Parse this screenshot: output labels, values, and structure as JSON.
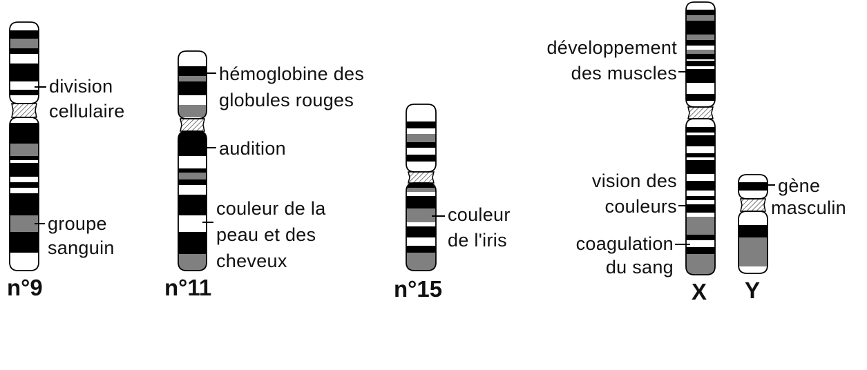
{
  "colors": {
    "black": "#000000",
    "gray": "#808080",
    "white": "#ffffff",
    "outline": "#000000"
  },
  "chromosomes": [
    {
      "id": "9",
      "label": "n°9",
      "genes": [
        {
          "lines": [
            "division",
            "cellulaire"
          ]
        },
        {
          "lines": [
            "groupe",
            "sanguin"
          ]
        }
      ]
    },
    {
      "id": "11",
      "label": "n°11",
      "genes": [
        {
          "lines": [
            "hémoglobine des",
            "globules rouges"
          ]
        },
        {
          "lines": [
            "audition"
          ]
        },
        {
          "lines": [
            "couleur de la",
            "peau et des",
            "cheveux"
          ]
        }
      ]
    },
    {
      "id": "15",
      "label": "n°15",
      "genes": [
        {
          "lines": [
            "couleur",
            "de l'iris"
          ]
        }
      ]
    },
    {
      "id": "X",
      "label": "X",
      "genes": [
        {
          "lines": [
            "développement",
            "des muscles"
          ]
        },
        {
          "lines": [
            "vision des",
            "couleurs"
          ]
        },
        {
          "lines": [
            "coagulation",
            "du sang"
          ]
        }
      ]
    },
    {
      "id": "Y",
      "label": "Y",
      "genes": [
        {
          "lines": [
            "gène",
            "masculin"
          ]
        }
      ]
    }
  ]
}
